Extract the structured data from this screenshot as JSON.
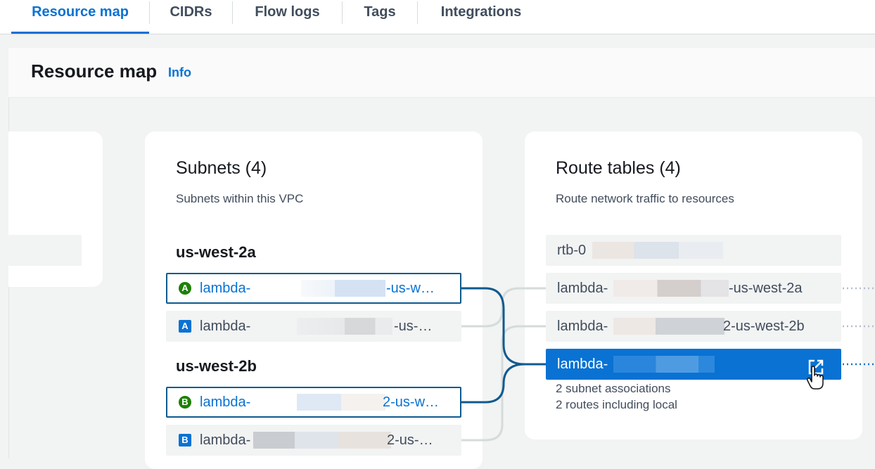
{
  "tabs": [
    {
      "label": "Resource map",
      "active": true
    },
    {
      "label": "CIDRs"
    },
    {
      "label": "Flow logs"
    },
    {
      "label": "Tags"
    },
    {
      "label": "Integrations"
    }
  ],
  "panel": {
    "title": "Resource map",
    "info": "Info"
  },
  "subnets": {
    "title": "Subnets (4)",
    "subtitle": "Subnets within this VPC",
    "zones": [
      {
        "name": "us-west-2a",
        "items": [
          {
            "badge": "A",
            "prefix": "lambda-",
            "suffix": "-us-w…",
            "selected": true
          },
          {
            "badge": "A",
            "prefix": "lambda-",
            "suffix": "-us-…",
            "selected": false
          }
        ]
      },
      {
        "name": "us-west-2b",
        "items": [
          {
            "badge": "B",
            "prefix": "lambda-",
            "suffix": "2-us-w…",
            "selected": true
          },
          {
            "badge": "B",
            "prefix": "lambda-",
            "suffix": "2-us-…",
            "selected": false
          }
        ]
      }
    ]
  },
  "routes": {
    "title": "Route tables (4)",
    "subtitle": "Route network traffic to resources",
    "items": [
      {
        "label": "rtb-0",
        "suffix": ""
      },
      {
        "label": "lambda-",
        "suffix": "-us-west-2a"
      },
      {
        "label": "lambda-",
        "suffix": "2-us-west-2b"
      },
      {
        "label": "lambda-",
        "suffix": "",
        "selected": true
      }
    ],
    "selected_details": [
      "2 subnet associations",
      "2 routes including local"
    ]
  },
  "colors": {
    "accent": "#0972d3",
    "link_line": "#0f5a8f",
    "green_badge": "#1d8102"
  },
  "icons": [
    "external-link-icon",
    "pointer-cursor-icon"
  ]
}
